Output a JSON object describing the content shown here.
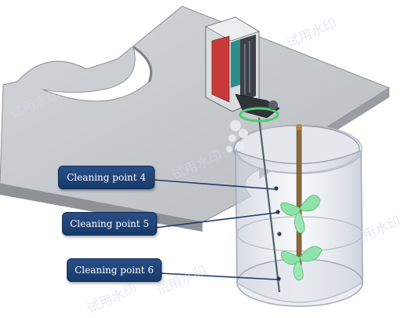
{
  "watermark": "试用水印",
  "callouts": [
    {
      "id": "4",
      "label": "Cleaning point 4"
    },
    {
      "id": "5",
      "label": "Cleaning point 5"
    },
    {
      "id": "6",
      "label": "Cleaning point 6"
    }
  ],
  "colors": {
    "background": "#ffffff",
    "platform": "#c6c9cc",
    "platform_edge": "#8e9296",
    "tank_glass": "#dde2ea",
    "callout_fill": "#1f4478",
    "impeller": "#8fe3a8",
    "machine_red": "#c73a3a",
    "machine_teal": "#2d8c8c"
  }
}
